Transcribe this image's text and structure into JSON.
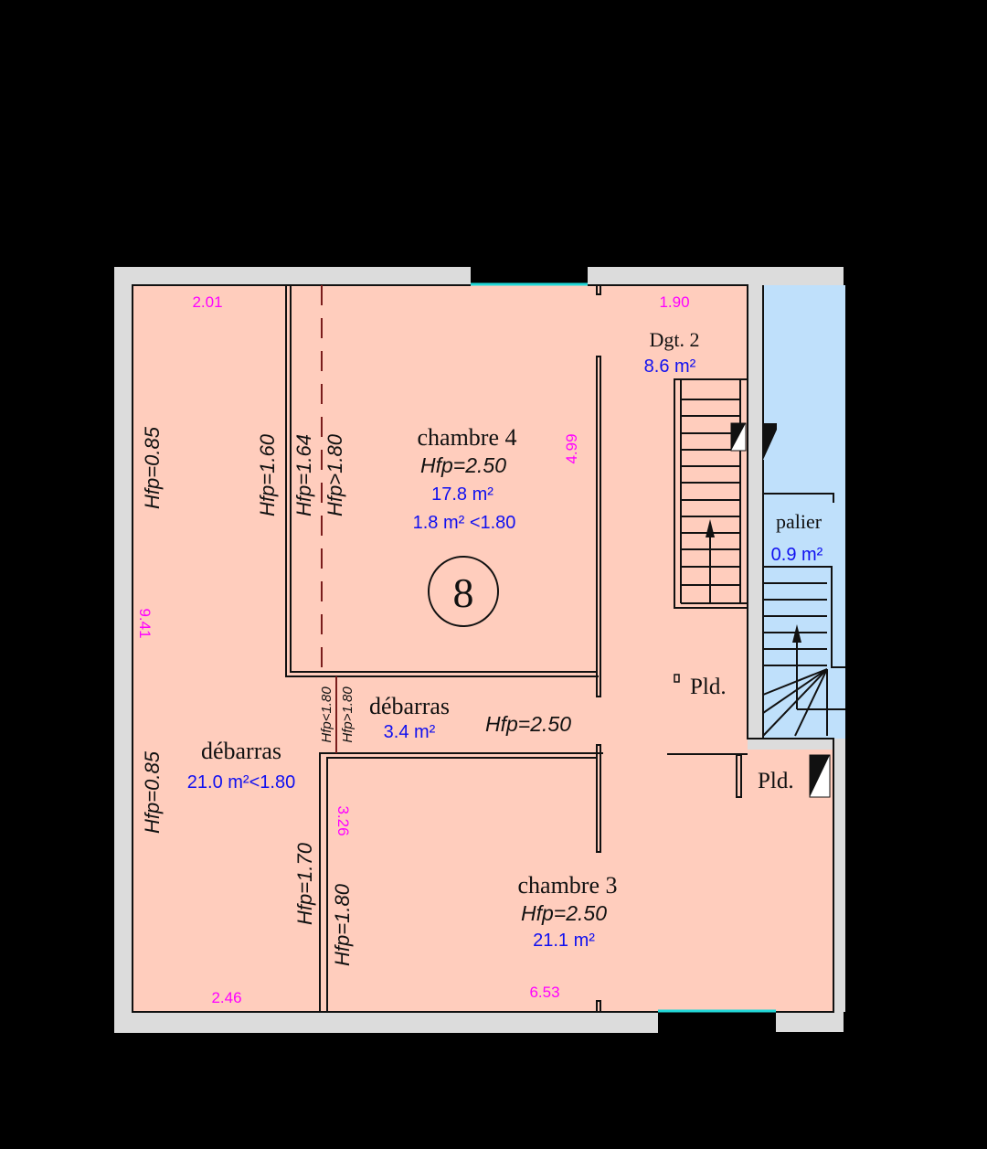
{
  "plan": {
    "colors": {
      "floor": "#ffcdbd",
      "landing": "#bfe0fb",
      "wall": "#dcdcdc",
      "window": "#22d8d8",
      "area_text": "#1010f0",
      "dimension_text": "#ff00ff"
    },
    "rooms": {
      "chambre4": {
        "name": "chambre 4",
        "hfp": "Hfp=2.50",
        "area": "17.8 m²",
        "area_low": "1.8 m² <1.80"
      },
      "chambre3": {
        "name": "chambre 3",
        "hfp": "Hfp=2.50",
        "area": "21.1 m²"
      },
      "debarras_large": {
        "name": "débarras",
        "area": "21.0 m²<1.80"
      },
      "debarras_small": {
        "name": "débarras",
        "area": "3.4 m²"
      },
      "dgt2": {
        "name": "Dgt. 2",
        "area": "8.6 m²"
      },
      "palier": {
        "name": "palier",
        "area": "0.9 m²"
      }
    },
    "level_number": "8",
    "hallway_hfp": "Hfp=2.50",
    "pld_labels": [
      "Pld.",
      "Pld."
    ],
    "heights": {
      "left_top": "Hfp=0.85",
      "left_bottom": "Hfp=0.85",
      "h160": "Hfp=1.60",
      "h164": "Hfp=1.64",
      "h180_gt": "Hfp>1.80",
      "h180_lt_small": "Hfp<1.80",
      "h180_gt_small": "Hfp>1.80",
      "h170": "Hfp=1.70",
      "h180": "Hfp=1.80"
    },
    "dimensions": {
      "d201": "2.01",
      "d190": "1.90",
      "d499": "4.99",
      "d941": "9.41",
      "d326": "3.26",
      "d246": "2.46",
      "d653": "6.53"
    }
  }
}
